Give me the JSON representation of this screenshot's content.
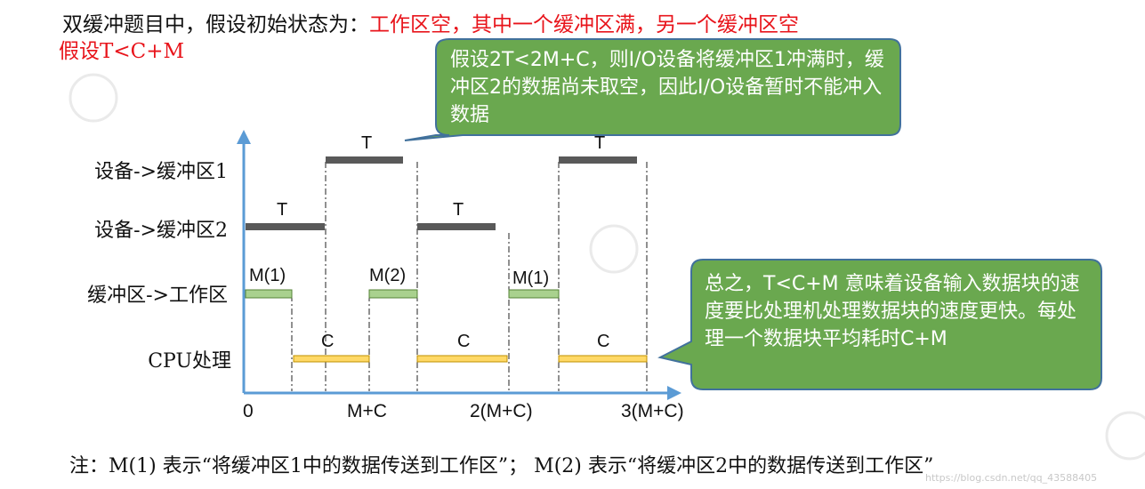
{
  "header": {
    "line1_prefix": "双缓冲题目中，假设初始状态为：",
    "line1_highlight": "工作区空，其中一个缓冲区满，另一个缓冲区空",
    "line2": "假设T<C+M"
  },
  "callout_top": {
    "text": "假设2T<2M+C，则I/O设备将缓冲区1冲满时，缓冲区2的数据尚未取空，因此I/O设备暂时不能冲入数据"
  },
  "callout_right": {
    "text": "总之，T<C+M 意味着设备输入数据块的速度要比处理机处理数据块的速度更快。每处理一个数据块平均耗时C+M"
  },
  "rows": {
    "device_to_buf1": "设备->缓冲区1",
    "device_to_buf2": "设备->缓冲区2",
    "buf_to_work": "缓冲区->工作区",
    "cpu": "CPU处理"
  },
  "segment_labels": {
    "t1": "T",
    "t2": "T",
    "t3": "T",
    "t4": "T",
    "m1a": "M(1)",
    "m2": "M(2)",
    "m1b": "M(1)",
    "c1": "C",
    "c2": "C",
    "c3": "C"
  },
  "x_ticks": [
    "0",
    "M+C",
    "2(M+C)",
    "3(M+C)"
  ],
  "note": "注：M(1) 表示“将缓冲区1中的数据传送到工作区”； M(2) 表示“将缓冲区2中的数据传送到工作区”",
  "watermark": "https://blog.csdn.net/qq_43588405",
  "colors": {
    "device_bar": "#595959",
    "transfer_bar": "#92d050",
    "cpu_bar": "#f2c94c",
    "callout_fill": "#6aa84f",
    "callout_border": "#41719c",
    "axis": "#5b9bd5",
    "highlight_text": "#e8141b"
  }
}
